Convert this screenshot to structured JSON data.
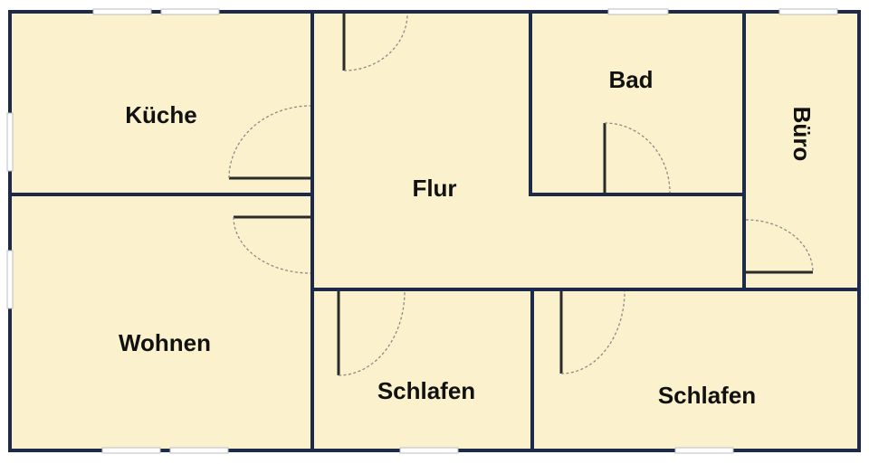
{
  "colors": {
    "floor": "#fbf1cc",
    "wall": "#1e2a4a",
    "window": "#ffffff",
    "door_swing": "#8a8a8a",
    "door_leaf": "#2a2a2a",
    "label": "#111111"
  },
  "rooms": {
    "kueche": "Küche",
    "flur": "Flur",
    "bad": "Bad",
    "buero": "Büro",
    "wohnen": "Wohnen",
    "schlafen_1": "Schlafen",
    "schlafen_2": "Schlafen"
  }
}
